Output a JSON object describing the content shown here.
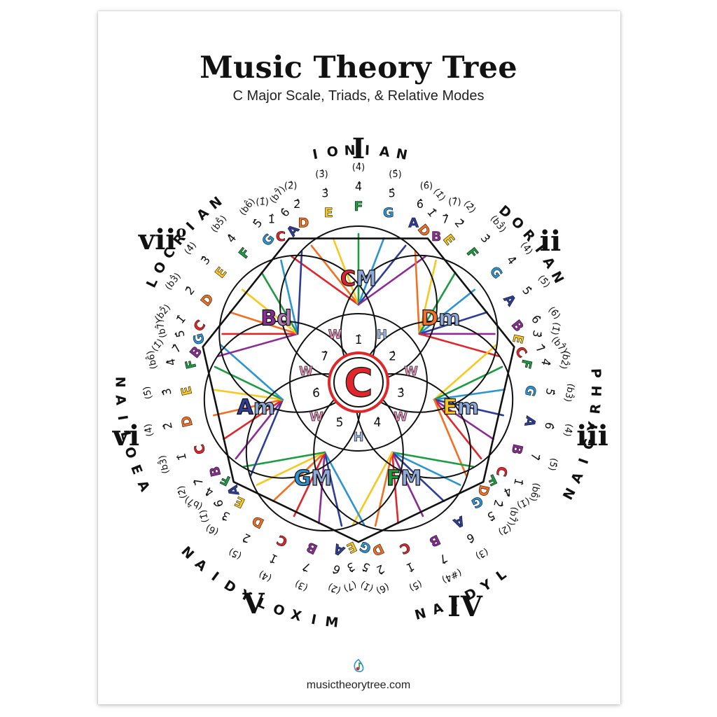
{
  "header": {
    "title": "Music Theory Tree",
    "subtitle": "C Major Scale, Triads, & Relative Modes"
  },
  "footer": {
    "website": "musictheorytree.com",
    "logo_icon": "music-note-logo-icon"
  },
  "note_colors": {
    "C": "#e0262b",
    "D": "#f36f21",
    "E": "#f7c81e",
    "F": "#1e9a43",
    "G": "#2b94d1",
    "A": "#2e3d96",
    "B": "#8b2c92"
  },
  "center": {
    "label": "C"
  },
  "chords": [
    {
      "id": "I",
      "label": "CM"
    },
    {
      "id": "ii",
      "label": "Dm"
    },
    {
      "id": "iii",
      "label": "Em"
    },
    {
      "id": "IV",
      "label": "FM"
    },
    {
      "id": "V",
      "label": "GM"
    },
    {
      "id": "vi",
      "label": "Am"
    },
    {
      "id": "vii",
      "label": "Bd"
    }
  ],
  "steps": [
    "H",
    "W",
    "W",
    "H",
    "W",
    "W",
    "W"
  ],
  "inner_degrees": [
    "1̂",
    "2̂",
    "3̂",
    "4̂",
    "5̂",
    "6̂",
    "7̂"
  ],
  "modes": [
    {
      "numeral": "I",
      "name": "IONIAN",
      "notes": [
        "C",
        "D",
        "E",
        "F",
        "G",
        "A",
        "B"
      ],
      "degrees": [
        "1̂",
        "2̂",
        "3̂",
        "4̂",
        "5̂",
        "6̂",
        "7̂"
      ],
      "intervals": [
        "(1̂)",
        "(2̂)",
        "(3̂)",
        "(4̂)",
        "(5̂)",
        "(6̂)",
        "(7̂)"
      ]
    },
    {
      "numeral": "ii",
      "name": "DORIAN",
      "notes": [
        "D",
        "E",
        "F",
        "G",
        "A",
        "B",
        "C"
      ],
      "degrees": [
        "1̂",
        "2̂",
        "3̂",
        "4̂",
        "5̂",
        "6̂",
        "7̂"
      ],
      "intervals": [
        "(1̂)",
        "(2̂)",
        "(b3̂)",
        "(4̂)",
        "(5̂)",
        "(6̂)",
        "(b7̂)"
      ]
    },
    {
      "numeral": "iii",
      "name": "PHRYGIAN",
      "notes": [
        "E",
        "F",
        "G",
        "A",
        "B",
        "C",
        "D"
      ],
      "degrees": [
        "3̂",
        "4̂",
        "5̂",
        "6̂",
        "7̂",
        "1̂",
        "2̂"
      ],
      "intervals": [
        "(1̂)",
        "(b2̂)",
        "(b3̂)",
        "(4̂)",
        "(5̂)",
        "(b6̂)",
        "(b7̂)"
      ]
    },
    {
      "numeral": "IV",
      "name": "LYDIAN",
      "notes": [
        "F",
        "G",
        "A",
        "B",
        "C",
        "D",
        "E"
      ],
      "degrees": [
        "4̂",
        "5̂",
        "6̂",
        "7̂",
        "1̂",
        "2̂",
        "3̂"
      ],
      "intervals": [
        "(1̂)",
        "(2̂)",
        "(3̂)",
        "(#4̂)",
        "(5̂)",
        "(6̂)",
        "(7̂)"
      ]
    },
    {
      "numeral": "V",
      "name": "MIXOLYDIAN",
      "notes": [
        "G",
        "A",
        "B",
        "C",
        "D",
        "E",
        "F"
      ],
      "degrees": [
        "5̂",
        "6̂",
        "7̂",
        "1̂",
        "2̂",
        "3̂",
        "4̂"
      ],
      "intervals": [
        "(1̂)",
        "(2̂)",
        "(3̂)",
        "(4̂)",
        "(5̂)",
        "(6̂)",
        "(b7̂)"
      ]
    },
    {
      "numeral": "vi",
      "name": "AEOLIAN",
      "notes": [
        "A",
        "B",
        "C",
        "D",
        "E",
        "F",
        "G"
      ],
      "degrees": [
        "6̂",
        "7̂",
        "1̂",
        "2̂",
        "3̂",
        "4̂",
        "5̂"
      ],
      "intervals": [
        "(1̂)",
        "(2̂)",
        "(b3̂)",
        "(4̂)",
        "(5̂)",
        "(b6̂)",
        "(b7̂)"
      ]
    },
    {
      "numeral": "vii",
      "name": "LOCRIAN",
      "notes": [
        "B",
        "C",
        "D",
        "E",
        "F",
        "G",
        "A"
      ],
      "degrees": [
        "7̂",
        "1̂",
        "2̂",
        "3̂",
        "4̂",
        "5̂",
        "6̂"
      ],
      "intervals": [
        "(1̂)",
        "(b2̂)",
        "(b3̂)",
        "(4̂)",
        "(b5̂)",
        "(b6̂)",
        "(b7̂)"
      ],
      "numeral_suffix": "o"
    }
  ]
}
